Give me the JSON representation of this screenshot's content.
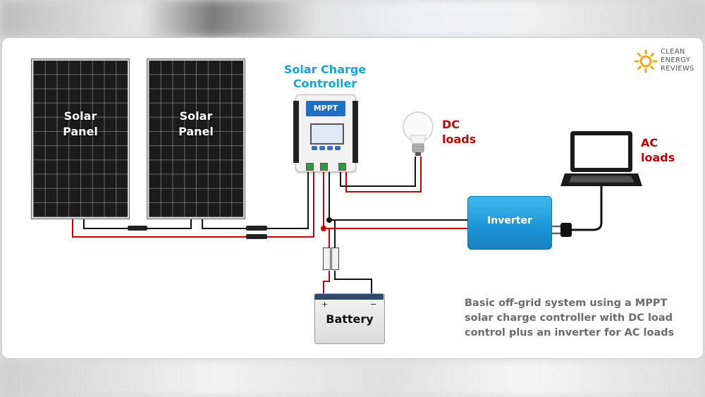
{
  "diagram": {
    "panels": [
      {
        "label_line1": "Solar",
        "label_line2": "Panel"
      },
      {
        "label_line1": "Solar",
        "label_line2": "Panel"
      }
    ],
    "controller": {
      "title_line1": "Solar Charge",
      "title_line2": "Controller",
      "badge": "MPPT"
    },
    "dc_loads": {
      "line1": "DC",
      "line2": "loads"
    },
    "ac_loads": {
      "line1": "AC",
      "line2": "loads"
    },
    "inverter": {
      "label": "Inverter"
    },
    "battery": {
      "label": "Battery",
      "plus": "+",
      "minus": "−"
    },
    "caption": [
      "Basic off-grid system using a MPPT",
      "solar charge controller with DC load",
      "control plus an inverter for AC loads"
    ],
    "logo": {
      "line1": "CLEAN",
      "line2": "ENERGY",
      "line3": "REVIEWS",
      "icon": "sun-icon"
    },
    "colors": {
      "positive_wire": "#c00000",
      "negative_wire": "#111111",
      "accent": "#1aa3d6",
      "inverter": "#1c94d6"
    }
  }
}
